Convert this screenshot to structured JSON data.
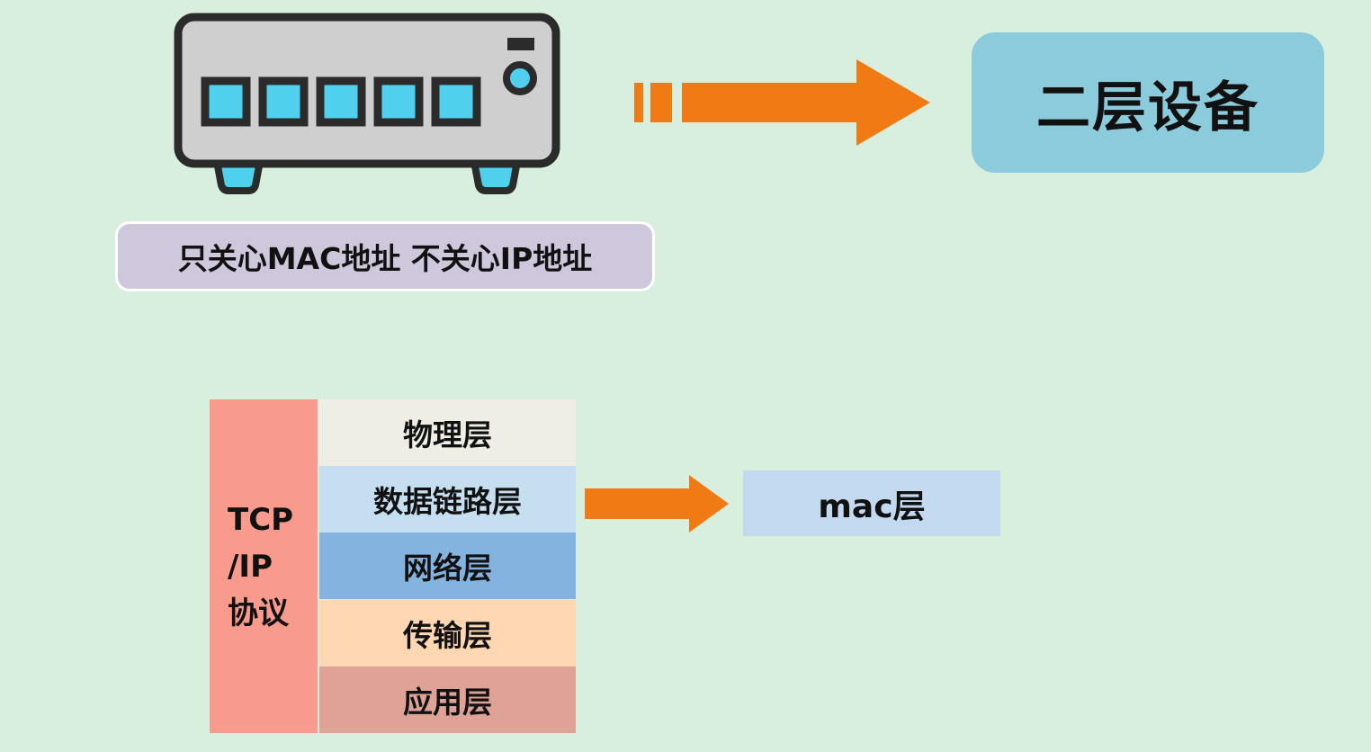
{
  "device": {
    "icon": "network-switch-icon",
    "port_count": 5,
    "colors": {
      "body": "#cfcfcf",
      "outline": "#2b2b2b",
      "port": "#4fd0ec",
      "feet": "#4fd0ec"
    }
  },
  "top_arrow": {
    "color": "#f07a14"
  },
  "layer2_label": "二层设备",
  "description": "只关心MAC地址 不关心IP地址",
  "stack": {
    "label": "TCP\n/IP\n协议",
    "layers": [
      "物理层",
      "数据链路层",
      "网络层",
      "传输层",
      "应用层"
    ]
  },
  "mid_arrow": {
    "color": "#f07a14"
  },
  "mac_label": "mac层"
}
